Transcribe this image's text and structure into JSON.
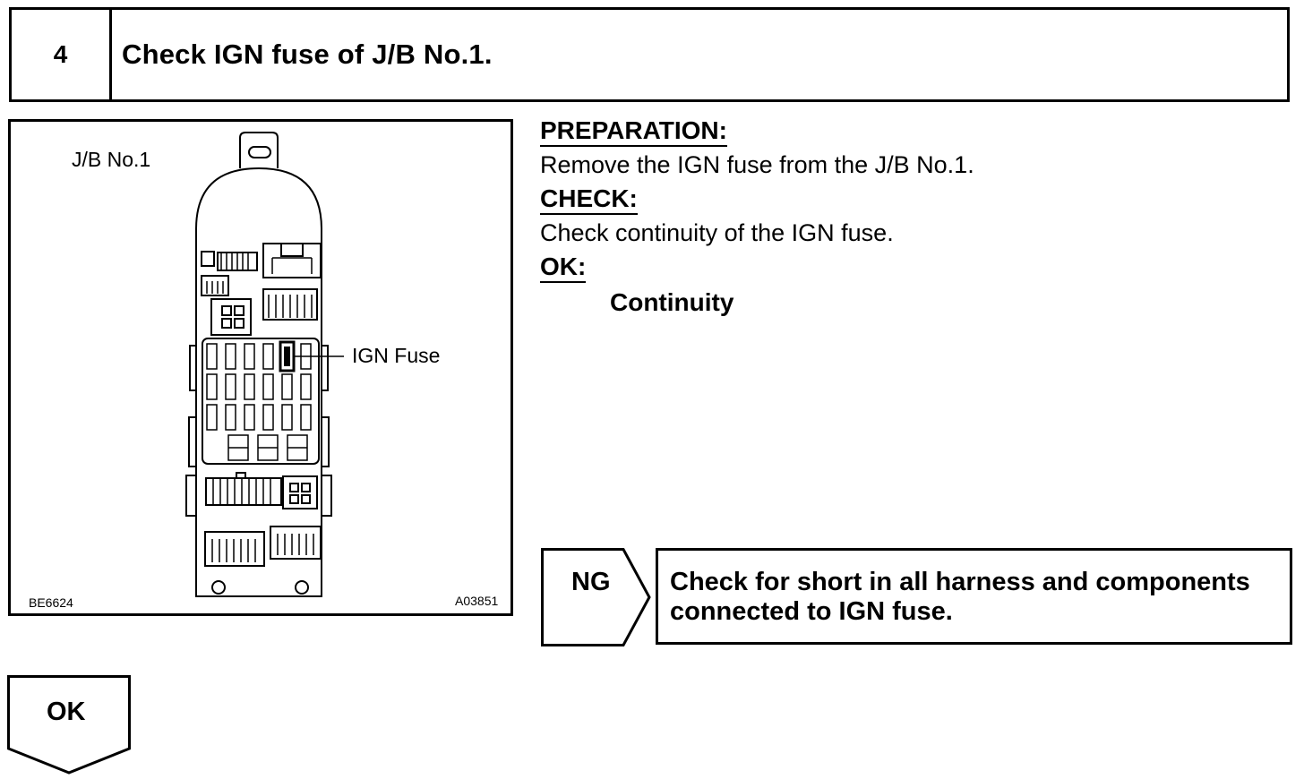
{
  "step": {
    "number": "4",
    "title": "Check IGN fuse of J/B No.1."
  },
  "figure": {
    "title": "J/B No.1",
    "callout": "IGN Fuse",
    "code_left": "BE6624",
    "code_right": "A03851"
  },
  "instructions": {
    "preparation_heading": "PREPARATION:",
    "preparation_text": "Remove the IGN fuse from the J/B No.1.",
    "check_heading": "CHECK:",
    "check_text": "Check continuity of the IGN fuse.",
    "ok_heading": "OK:",
    "ok_value": "Continuity"
  },
  "results": {
    "ng_label": "NG",
    "ng_action_line1": "Check for short in all harness and components",
    "ng_action_line2": "connected to IGN fuse.",
    "ok_label": "OK"
  }
}
